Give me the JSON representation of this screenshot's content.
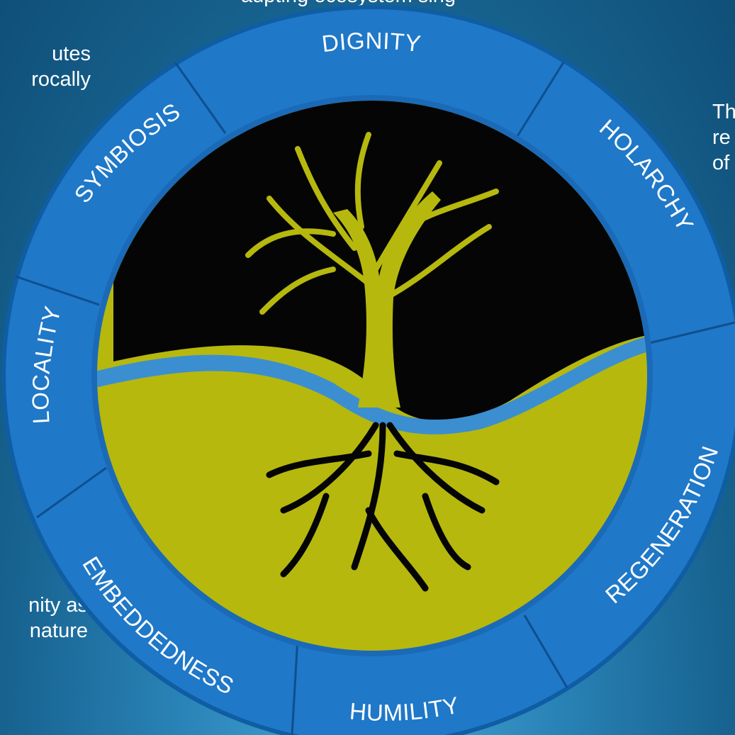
{
  "top_text_fragment": "aupting   ecosystem   sing",
  "left_text_top": [
    "utes",
    "rocally"
  ],
  "left_text_bottom": [
    "nity as",
    "nature"
  ],
  "right_text_top": [
    "Th",
    "re",
    "of"
  ],
  "wheel": {
    "segments": [
      {
        "label": "DIGNITY"
      },
      {
        "label": "HOLARCHY"
      },
      {
        "label": "REGENERATION"
      },
      {
        "label": "HUMILITY"
      },
      {
        "label": "EMBEDDEDNESS"
      },
      {
        "label": "LOCALITY"
      },
      {
        "label": "SYMBIOSIS"
      }
    ]
  },
  "colors": {
    "ring": "#1f78c8",
    "ring_dark": "#1560a8",
    "olive": "#b6b80e",
    "river": "#3b8fd0",
    "tree": "#0a0a0a"
  },
  "icons": [
    "tree-icon",
    "roots-icon",
    "river-icon"
  ]
}
